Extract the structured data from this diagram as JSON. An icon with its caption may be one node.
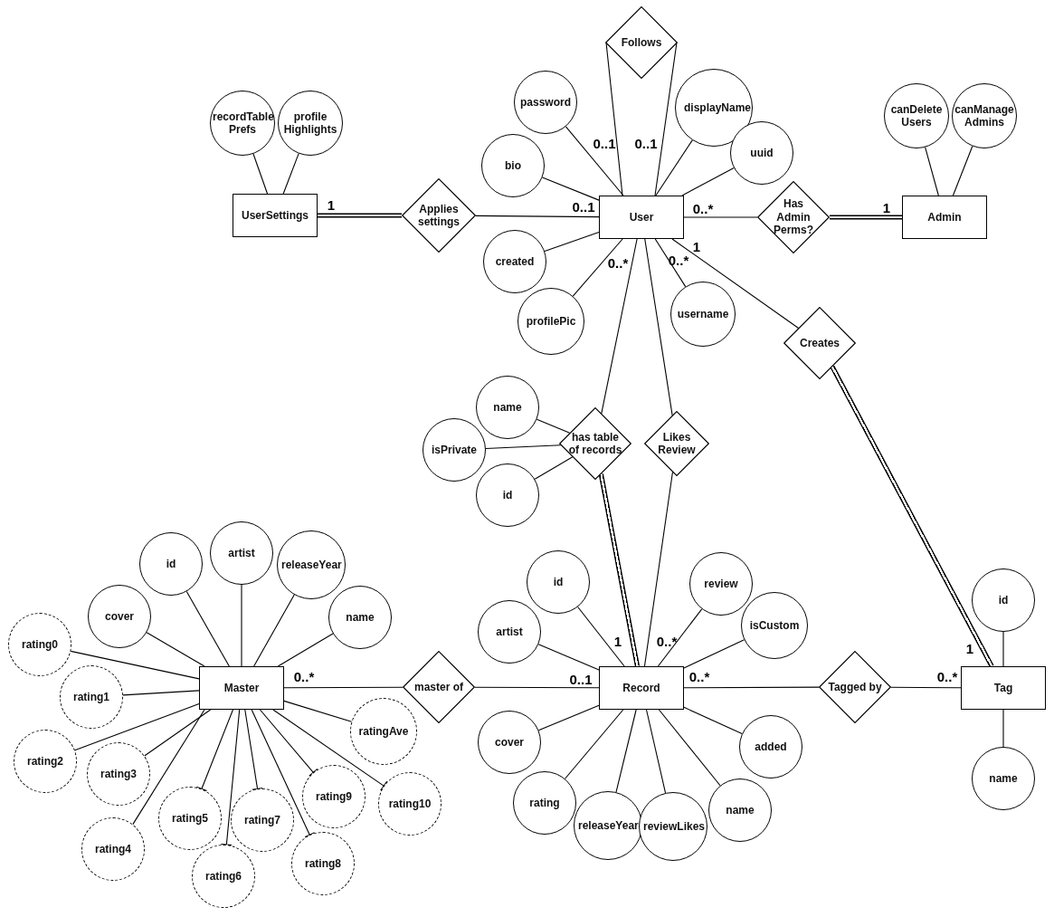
{
  "diagram": {
    "nodes": [
      {
        "text": [
          "Follows"
        ]
      },
      {
        "text": [
          "password"
        ]
      },
      {
        "text": [
          "recordTable Prefs"
        ]
      },
      {
        "text": [
          "profile Highlights"
        ]
      },
      {
        "text": [
          "displayName"
        ]
      },
      {
        "text": [
          "canDelete Users"
        ]
      },
      {
        "text": [
          "canManage Admins"
        ]
      },
      {
        "text": [
          "bio"
        ]
      },
      {
        "text": [
          "uuid"
        ]
      },
      {
        "text": [
          "UserSettings"
        ]
      },
      {
        "text": [
          "Applies settings"
        ]
      },
      {
        "text": [
          "User"
        ]
      },
      {
        "text": [
          "Has Admin Perms?"
        ]
      },
      {
        "text": [
          "Admin"
        ]
      },
      {
        "text": [
          "created"
        ]
      },
      {
        "text": [
          "profilePic"
        ]
      },
      {
        "text": [
          "username"
        ]
      },
      {
        "text": [
          "Creates"
        ]
      },
      {
        "text": [
          "name"
        ]
      },
      {
        "text": [
          "isPrivate"
        ]
      },
      {
        "text": [
          "has table of records"
        ]
      },
      {
        "text": [
          "Likes Review"
        ]
      },
      {
        "text": [
          "id"
        ]
      },
      {
        "text": [
          "id"
        ]
      },
      {
        "text": [
          "artist"
        ]
      },
      {
        "text": [
          "releaseYear"
        ]
      },
      {
        "text": [
          "id"
        ]
      },
      {
        "text": [
          "review"
        ]
      },
      {
        "text": [
          "cover"
        ]
      },
      {
        "text": [
          "name"
        ]
      },
      {
        "text": [
          "rating0"
        ]
      },
      {
        "text": [
          "artist"
        ]
      },
      {
        "text": [
          "isCustom"
        ]
      },
      {
        "text": [
          "id"
        ]
      },
      {
        "text": [
          "Master"
        ]
      },
      {
        "text": [
          "master of"
        ]
      },
      {
        "text": [
          "Record"
        ]
      },
      {
        "text": [
          "Tagged by"
        ]
      },
      {
        "text": [
          "Tag"
        ]
      },
      {
        "text": [
          "rating1"
        ]
      },
      {
        "text": [
          "ratingAve"
        ]
      },
      {
        "text": [
          "rating2"
        ]
      },
      {
        "text": [
          "rating3"
        ]
      },
      {
        "text": [
          "cover"
        ]
      },
      {
        "text": [
          "added"
        ]
      },
      {
        "text": [
          "rating9"
        ]
      },
      {
        "text": [
          "rating10"
        ]
      },
      {
        "text": [
          "rating5"
        ]
      },
      {
        "text": [
          "rating7"
        ]
      },
      {
        "text": [
          "name"
        ]
      },
      {
        "text": [
          "rating"
        ]
      },
      {
        "text": [
          "releaseYear"
        ]
      },
      {
        "text": [
          "reviewLikes"
        ]
      },
      {
        "text": [
          "name"
        ]
      },
      {
        "text": [
          "rating4"
        ]
      },
      {
        "text": [
          "rating8"
        ]
      },
      {
        "text": [
          "rating6"
        ]
      }
    ],
    "edges": [
      {
        "from": 0,
        "to": 11,
        "arrow": "none"
      },
      {
        "from": 0,
        "to": 11,
        "arrow": "none"
      },
      {
        "from": 11,
        "to": 1,
        "arrow": "none"
      },
      {
        "from": 11,
        "to": 4,
        "arrow": "none"
      },
      {
        "from": 11,
        "to": 7,
        "arrow": "none"
      },
      {
        "from": 11,
        "to": 8,
        "arrow": "none"
      },
      {
        "from": 11,
        "to": 14,
        "arrow": "none"
      },
      {
        "from": 11,
        "to": 15,
        "arrow": "none"
      },
      {
        "from": 11,
        "to": 16,
        "arrow": "none"
      },
      {
        "from": 9,
        "to": 2,
        "arrow": "none"
      },
      {
        "from": 9,
        "to": 3,
        "arrow": "none"
      },
      {
        "from": 13,
        "to": 5,
        "arrow": "none"
      },
      {
        "from": 13,
        "to": 6,
        "arrow": "none"
      },
      {
        "from": 9,
        "to": 10,
        "arrow": "none",
        "style": "thick"
      },
      {
        "from": 10,
        "to": 11,
        "arrow": "none"
      },
      {
        "from": 11,
        "to": 12,
        "arrow": "none"
      },
      {
        "from": 12,
        "to": 13,
        "arrow": "none",
        "style": "thick"
      },
      {
        "from": 11,
        "to": 17,
        "arrow": "none"
      },
      {
        "from": 17,
        "to": 38,
        "arrow": "none",
        "style": "thick"
      },
      {
        "from": 11,
        "to": 20,
        "arrow": "none"
      },
      {
        "from": 20,
        "to": 36,
        "arrow": "none",
        "style": "thick"
      },
      {
        "from": 11,
        "to": 21,
        "arrow": "none"
      },
      {
        "from": 21,
        "to": 36,
        "arrow": "none"
      },
      {
        "from": 20,
        "to": 18,
        "arrow": "none"
      },
      {
        "from": 20,
        "to": 19,
        "arrow": "none"
      },
      {
        "from": 20,
        "to": 22,
        "arrow": "none"
      },
      {
        "from": 34,
        "to": 23,
        "arrow": "none"
      },
      {
        "from": 34,
        "to": 24,
        "arrow": "none"
      },
      {
        "from": 34,
        "to": 25,
        "arrow": "none"
      },
      {
        "from": 34,
        "to": 28,
        "arrow": "none"
      },
      {
        "from": 34,
        "to": 29,
        "arrow": "none"
      },
      {
        "from": 34,
        "to": 30,
        "arrow": "none"
      },
      {
        "from": 34,
        "to": 39,
        "arrow": "none"
      },
      {
        "from": 34,
        "to": 40,
        "arrow": "none"
      },
      {
        "from": 34,
        "to": 41,
        "arrow": "none"
      },
      {
        "from": 34,
        "to": 42,
        "arrow": "none"
      },
      {
        "from": 34,
        "to": 45,
        "arrow": "other"
      },
      {
        "from": 34,
        "to": 46,
        "arrow": "other"
      },
      {
        "from": 34,
        "to": 47,
        "arrow": "other"
      },
      {
        "from": 34,
        "to": 48,
        "arrow": "other"
      },
      {
        "from": 34,
        "to": 54,
        "arrow": "none"
      },
      {
        "from": 34,
        "to": 55,
        "arrow": "other"
      },
      {
        "from": 34,
        "to": 56,
        "arrow": "other"
      },
      {
        "from": 34,
        "to": 35,
        "arrow": "none"
      },
      {
        "from": 35,
        "to": 36,
        "arrow": "none"
      },
      {
        "from": 36,
        "to": 37,
        "arrow": "none"
      },
      {
        "from": 37,
        "to": 38,
        "arrow": "none"
      },
      {
        "from": 36,
        "to": 26,
        "arrow": "none"
      },
      {
        "from": 36,
        "to": 27,
        "arrow": "none"
      },
      {
        "from": 36,
        "to": 31,
        "arrow": "none"
      },
      {
        "from": 36,
        "to": 32,
        "arrow": "none"
      },
      {
        "from": 36,
        "to": 43,
        "arrow": "none"
      },
      {
        "from": 36,
        "to": 44,
        "arrow": "none"
      },
      {
        "from": 36,
        "to": 50,
        "arrow": "none"
      },
      {
        "from": 36,
        "to": 51,
        "arrow": "none"
      },
      {
        "from": 36,
        "to": 52,
        "arrow": "none"
      },
      {
        "from": 36,
        "to": 53,
        "arrow": "none"
      },
      {
        "from": 38,
        "to": 33,
        "arrow": "none"
      },
      {
        "from": 38,
        "to": 49,
        "arrow": "none"
      }
    ],
    "labels": [
      "0..1",
      "0..1",
      "1",
      "0..1",
      "0..*",
      "1",
      "1",
      "0..*",
      "0..*",
      "1",
      "1",
      "0..*",
      "0..*",
      "0..1",
      "0..*",
      "0..*"
    ]
  }
}
